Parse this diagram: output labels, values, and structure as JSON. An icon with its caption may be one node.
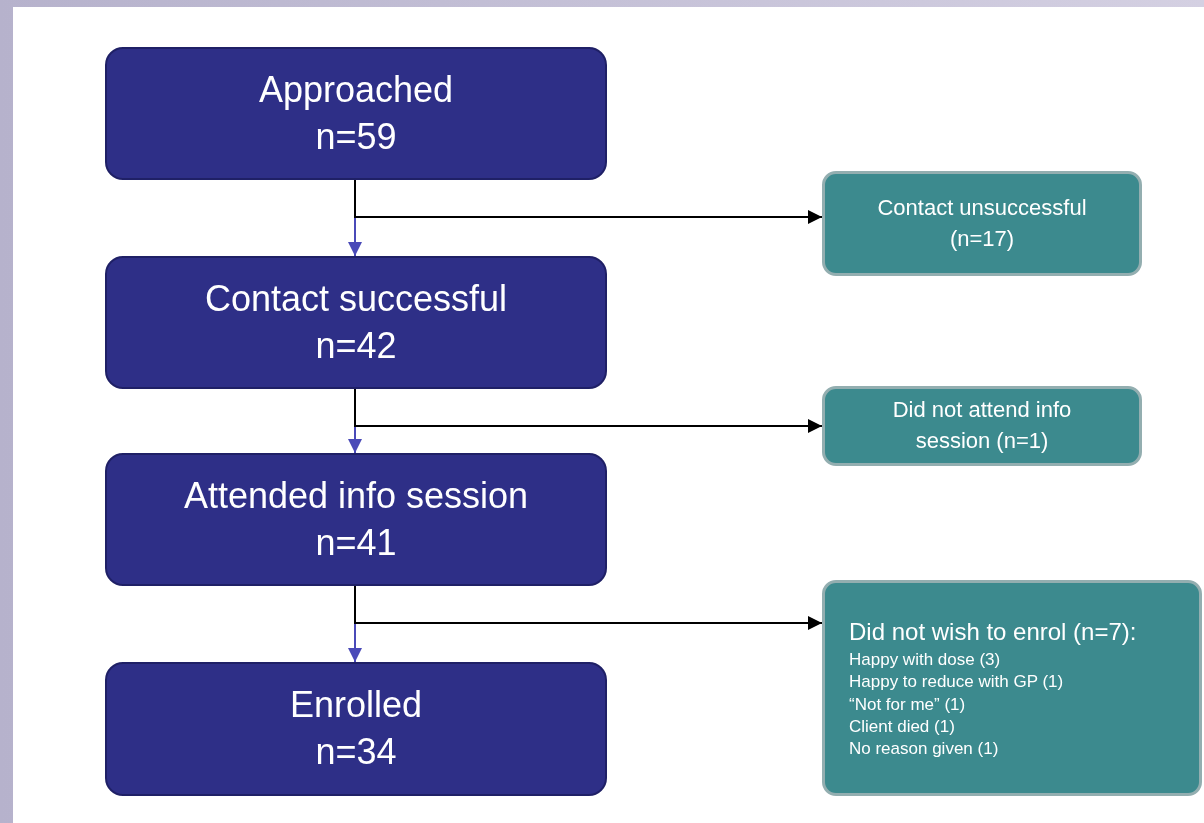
{
  "diagram": {
    "nodes": [
      {
        "text": [
          "Approached",
          "n=59"
        ]
      },
      {
        "text": [
          "Contact unsuccessful (n=17)"
        ]
      },
      {
        "text": [
          "Contact successful",
          "n=42"
        ]
      },
      {
        "text": [
          "Did not attend info session (n=1)"
        ]
      },
      {
        "text": [
          "Attended info session",
          "n=41"
        ]
      },
      {
        "text": [
          "Did not wish to enrol (n=7):",
          "Happy with dose (3)",
          "Happy to reduce with GP (1)",
          "“Not for me” (1)",
          "Client died (1)",
          "No reason given (1)"
        ]
      },
      {
        "text": [
          "Enrolled",
          "n=34"
        ]
      }
    ],
    "edges": [
      {
        "from": 0,
        "to": 2,
        "arrow": "to",
        "color": "#4a4ab8"
      },
      {
        "from": 0,
        "to": 1,
        "arrow": "to",
        "color": "#000000"
      },
      {
        "from": 2,
        "to": 4,
        "arrow": "to",
        "color": "#4a4ab8"
      },
      {
        "from": 2,
        "to": 3,
        "arrow": "to",
        "color": "#000000"
      },
      {
        "from": 4,
        "to": 6,
        "arrow": "to",
        "color": "#4a4ab8"
      },
      {
        "from": 4,
        "to": 5,
        "arrow": "to",
        "color": "#000000"
      }
    ]
  }
}
